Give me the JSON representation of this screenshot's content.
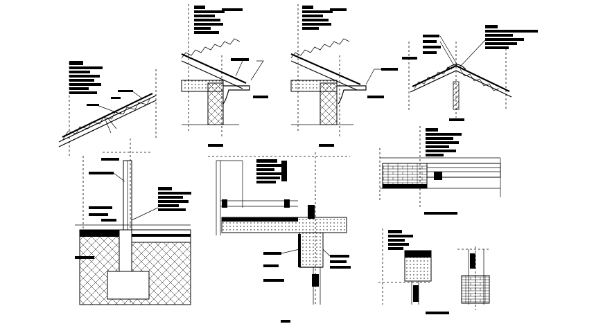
{
  "drawing": {
    "background": "#ffffff",
    "ink_color": "#000000",
    "details": [
      {
        "name": "sloped-roof-tile-detail"
      },
      {
        "name": "eave-detail-a"
      },
      {
        "name": "eave-detail-b"
      },
      {
        "name": "ridge-detail"
      },
      {
        "name": "foundation-wall-detail"
      },
      {
        "name": "slab-parapet-detail"
      },
      {
        "name": "window-sill-detail"
      },
      {
        "name": "wall-section-detail-a"
      },
      {
        "name": "wall-section-detail-b"
      }
    ]
  }
}
